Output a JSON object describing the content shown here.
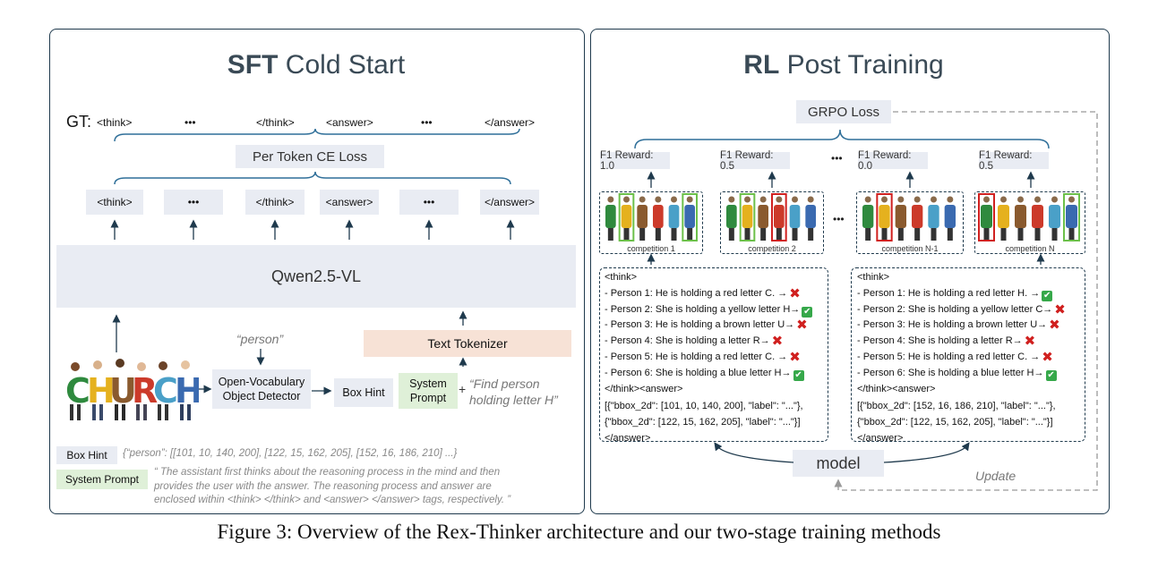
{
  "sft": {
    "title_bold": "SFT",
    "title_rest": " Cold Start",
    "gt_label": "GT:",
    "gt_tokens": [
      "<think>",
      "•••",
      "</think>",
      "<answer>",
      "•••",
      "</answer>"
    ],
    "ce_loss": "Per Token CE Loss",
    "out_tokens": [
      "<think>",
      "•••",
      "</think>",
      "<answer>",
      "•••",
      "</answer>"
    ],
    "model": "Qwen2.5-VL",
    "person_query": "“person”",
    "tokenizer": "Text Tokenizer",
    "detector": "Open-Vocabulary\nObject Detector",
    "box_hint": "Box Hint",
    "system_prompt": "System\nPrompt",
    "plus": "+",
    "user_query": "“Find person\nholding letter H”",
    "legend_box_hint": "Box Hint",
    "legend_box_hint_text": "{“person”: [[101, 10, 140, 200], [122, 15, 162, 205], [152, 16, 186, 210] ...}",
    "legend_system_prompt": "System Prompt",
    "legend_system_prompt_text": "“ The assistant first thinks about the reasoning process in the mind and then\nprovides the user with the answer. The reasoning process and answer are\nenclosed within <think> </think> and <answer> </answer> tags, respectively. ”",
    "church_letters": [
      "C",
      "H",
      "U",
      "R",
      "C",
      "H"
    ]
  },
  "rl": {
    "title_bold": "RL",
    "title_rest": " Post Training",
    "grpo_loss": "GRPO Loss",
    "rewards": [
      "F1 Reward: 1.0",
      "F1 Reward: 0.5",
      "F1 Reward: 0.0",
      "F1 Reward: 0.5"
    ],
    "ellipsis": "•••",
    "competitions": [
      "competition 1",
      "competition 2",
      "competition N-1",
      "competition N"
    ],
    "left_reasoning": {
      "open": "<think>",
      "lines": [
        {
          "text": "- Person 1: He is holding a red letter C. →",
          "mark": "wrong"
        },
        {
          "text": "- Person 2: She is holding a yellow letter H→",
          "mark": "right"
        },
        {
          "text": "- Person 3: He is holding a brown letter U→",
          "mark": "wrong"
        },
        {
          "text": "- Person 4: She is holding a letter R→",
          "mark": "wrong"
        },
        {
          "text": "- Person 5: He is holding a red letter C. →",
          "mark": "wrong"
        },
        {
          "text": "- Person 6: She is holding a blue letter H→",
          "mark": "right"
        }
      ],
      "close": "</think><answer>",
      "answer_1": "[{\"bbox_2d\": [101, 10, 140, 200], \"label\": \"...\"},",
      "answer_2": " {\"bbox_2d\": [122, 15, 162, 205], \"label\": \"...\"}]",
      "end": "</answer>"
    },
    "right_reasoning": {
      "open": "<think>",
      "lines": [
        {
          "text": "- Person 1: He is holding a red letter H. →",
          "mark": "right"
        },
        {
          "text": "- Person 2: She is holding a yellow letter C→",
          "mark": "wrong"
        },
        {
          "text": "- Person 3: He is holding a brown letter U→",
          "mark": "wrong"
        },
        {
          "text": "- Person 4: She is holding a letter R→",
          "mark": "wrong"
        },
        {
          "text": "- Person 5: He is holding a red letter C. →",
          "mark": "wrong"
        },
        {
          "text": "- Person 6: She is holding a blue letter H→",
          "mark": "right"
        }
      ],
      "close": "</think><answer>",
      "answer_1": "[{\"bbox_2d\": [152, 16, 186, 210], \"label\": \"...\"},",
      "answer_2": " {\"bbox_2d\": [122, 15, 162, 205], \"label\": \"...\"}]",
      "end": "</answer>"
    },
    "model": "model",
    "update": "Update"
  },
  "caption": "Figure 3: Overview of the Rex-Thinker architecture and our two-stage training methods",
  "colors": {
    "panel_border": "#1f3a4d",
    "token_bg": "#e9ecf3",
    "tokenizer_bg": "#f7e2d6",
    "system_prompt_bg": "#dff0d8",
    "brace": "#2f6f99",
    "wrong": "#d0201f",
    "right": "#36a84a"
  }
}
